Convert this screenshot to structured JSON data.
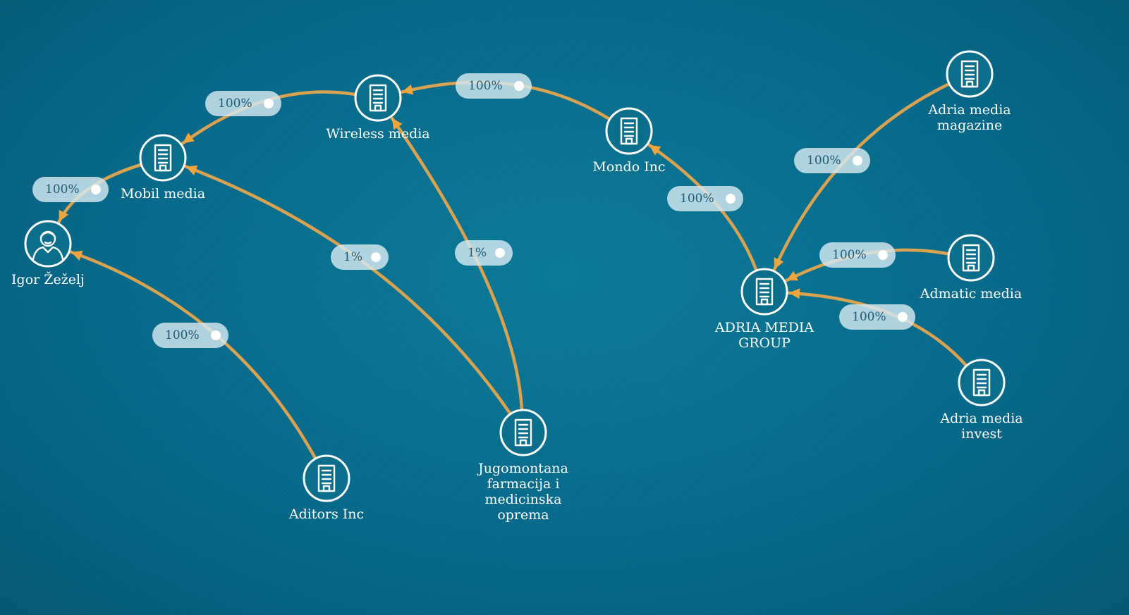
{
  "nodes": [
    {
      "id": "igor",
      "label": [
        "Igor Žeželj"
      ],
      "icon": "person-icon"
    },
    {
      "id": "mobil",
      "label": [
        "Mobil media"
      ],
      "icon": "building-icon"
    },
    {
      "id": "wireless",
      "label": [
        "Wireless media"
      ],
      "icon": "building-icon"
    },
    {
      "id": "mondo",
      "label": [
        "Mondo Inc"
      ],
      "icon": "building-icon"
    },
    {
      "id": "adria_group",
      "label": [
        "ADRIA MEDIA",
        "GROUP"
      ],
      "icon": "building-icon"
    },
    {
      "id": "adria_magazine",
      "label": [
        "Adria media",
        "magazine"
      ],
      "icon": "building-icon"
    },
    {
      "id": "admatic",
      "label": [
        "Admatic media"
      ],
      "icon": "building-icon"
    },
    {
      "id": "adria_invest",
      "label": [
        "Adria media",
        "invest"
      ],
      "icon": "building-icon"
    },
    {
      "id": "aditors",
      "label": [
        "Aditors Inc"
      ],
      "icon": "building-icon"
    },
    {
      "id": "jugomontana",
      "label": [
        "Jugomontana",
        "farmacija i",
        "medicinska",
        "oprema"
      ],
      "icon": "building-icon"
    }
  ],
  "edges": [
    {
      "from": "mobil",
      "to": "igor",
      "share": "100%"
    },
    {
      "from": "aditors",
      "to": "igor",
      "share": "100%"
    },
    {
      "from": "wireless",
      "to": "mobil",
      "share": "100%"
    },
    {
      "from": "jugomontana",
      "to": "mobil",
      "share": "1%"
    },
    {
      "from": "jugomontana",
      "to": "wireless",
      "share": "1%"
    },
    {
      "from": "mondo",
      "to": "wireless",
      "share": "100%"
    },
    {
      "from": "adria_group",
      "to": "mondo",
      "share": "100%"
    },
    {
      "from": "adria_magazine",
      "to": "adria_group",
      "share": "100%"
    },
    {
      "from": "admatic",
      "to": "adria_group",
      "share": "100%"
    },
    {
      "from": "adria_invest",
      "to": "adria_group",
      "share": "100%"
    }
  ],
  "colors": {
    "edge": "#d9a250",
    "arrow": "#f0a43c",
    "badge": "#d6e9f2",
    "badge_text": "#1f5b74",
    "node_fill": "#0b6f8c",
    "background": "#06698a"
  }
}
